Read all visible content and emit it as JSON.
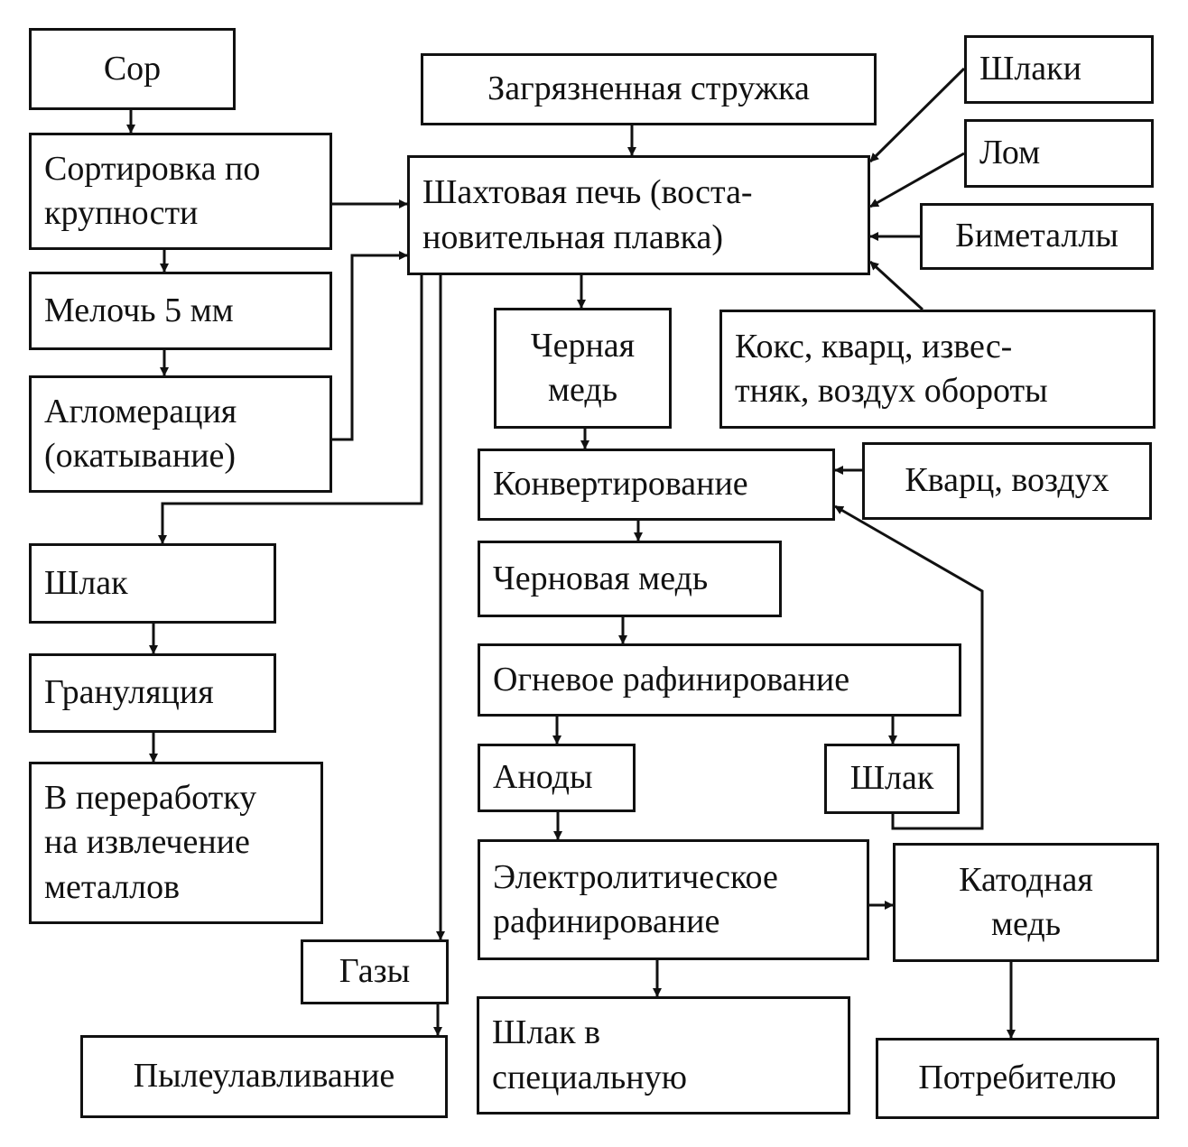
{
  "diagram": {
    "nodes": {
      "sor": {
        "lines": [
          "Сор"
        ]
      },
      "sortirovka": {
        "lines": [
          "Сортировка по",
          "крупности"
        ]
      },
      "meloch": {
        "lines": [
          "Мелочь 5 мм"
        ]
      },
      "aglomeraciya": {
        "lines": [
          "Агломерация",
          "(окатывание)"
        ]
      },
      "shlak_left": {
        "lines": [
          "Шлак"
        ]
      },
      "granulyaciya": {
        "lines": [
          "Грануляция"
        ]
      },
      "pererabotka": {
        "lines": [
          "В переработку",
          "на извлечение",
          "металлов"
        ]
      },
      "strujka": {
        "lines": [
          "Загрязненная стружка"
        ]
      },
      "pech": {
        "lines": [
          "Шахтовая печь (воста-",
          "новительная плавка)"
        ]
      },
      "shlaki": {
        "lines": [
          "Шлаки"
        ]
      },
      "lom": {
        "lines": [
          "Лом"
        ]
      },
      "bimetally": {
        "lines": [
          "Биметаллы"
        ]
      },
      "koks": {
        "lines": [
          "Кокс, кварц, извес-",
          "тняк, воздух обороты"
        ]
      },
      "chernaya_med": {
        "lines": [
          "Черная",
          "медь"
        ]
      },
      "konvertirovanie": {
        "lines": [
          "Конвертирование"
        ]
      },
      "kvarc_vozduh": {
        "lines": [
          "Кварц, воздух"
        ]
      },
      "chernovaya_med": {
        "lines": [
          "Черновая медь"
        ]
      },
      "ognevoe": {
        "lines": [
          "Огневое рафинирование"
        ]
      },
      "anody": {
        "lines": [
          "Аноды"
        ]
      },
      "shlak_right": {
        "lines": [
          "Шлак"
        ]
      },
      "elektrolit": {
        "lines": [
          "Электролитическое",
          "рафинирование"
        ]
      },
      "katodnaya": {
        "lines": [
          "Катодная",
          "медь"
        ]
      },
      "gazy": {
        "lines": [
          "Газы"
        ]
      },
      "pyleulavlivanie": {
        "lines": [
          "Пылеулавливание"
        ]
      },
      "shlak_special": {
        "lines": [
          "Шлак в",
          "специальную"
        ]
      },
      "potrebitelyu": {
        "lines": [
          "Потребителю"
        ]
      }
    },
    "edges": [
      [
        "sor",
        "sortirovka"
      ],
      [
        "sortirovka",
        "meloch"
      ],
      [
        "meloch",
        "aglomeraciya"
      ],
      [
        "sortirovka",
        "pech"
      ],
      [
        "aglomeraciya",
        "pech"
      ],
      [
        "strujka",
        "pech"
      ],
      [
        "shlaki",
        "pech"
      ],
      [
        "lom",
        "pech"
      ],
      [
        "bimetally",
        "pech"
      ],
      [
        "koks",
        "pech"
      ],
      [
        "pech",
        "shlak_left"
      ],
      [
        "shlak_left",
        "granulyaciya"
      ],
      [
        "granulyaciya",
        "pererabotka"
      ],
      [
        "pech",
        "gazy"
      ],
      [
        "gazy",
        "pyleulavlivanie"
      ],
      [
        "pech",
        "chernaya_med"
      ],
      [
        "chernaya_med",
        "konvertirovanie"
      ],
      [
        "kvarc_vozduh",
        "konvertirovanie"
      ],
      [
        "konvertirovanie",
        "chernovaya_med"
      ],
      [
        "chernovaya_med",
        "ognevoe"
      ],
      [
        "ognevoe",
        "anody"
      ],
      [
        "ognevoe",
        "shlak_right"
      ],
      [
        "shlak_right",
        "konvertirovanie"
      ],
      [
        "anody",
        "elektrolit"
      ],
      [
        "elektrolit",
        "katodnaya"
      ],
      [
        "elektrolit",
        "shlak_special"
      ],
      [
        "katodnaya",
        "potrebitelyu"
      ]
    ]
  }
}
